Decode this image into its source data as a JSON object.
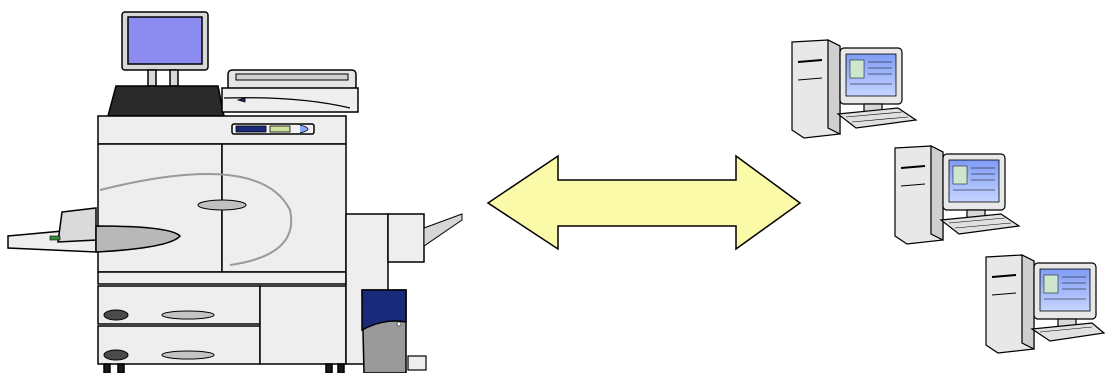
{
  "diagram": {
    "nodes": [
      {
        "id": "printer",
        "kind": "production-printer",
        "icon": "printer-icon"
      },
      {
        "id": "pc-1",
        "kind": "desktop-computer",
        "icon": "computer-icon"
      },
      {
        "id": "pc-2",
        "kind": "desktop-computer",
        "icon": "computer-icon"
      },
      {
        "id": "pc-3",
        "kind": "desktop-computer",
        "icon": "computer-icon"
      }
    ],
    "edges": [
      {
        "from": "printer",
        "to": "computers",
        "direction": "bidirectional",
        "icon": "double-arrow-icon"
      }
    ],
    "colors": {
      "arrow_fill": "#fafaa8",
      "screen_fill": "#8c8cf0",
      "body_fill": "#eeeeee",
      "tray_dark": "#2a2a2a",
      "server_blue": "#1a2a7a",
      "pc_screen": "#8aa8ff"
    }
  }
}
